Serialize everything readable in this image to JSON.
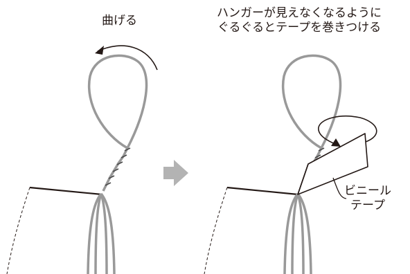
{
  "labels": {
    "bend": "曲げる",
    "instruction_line1": "ハンガーが見えなくなるように",
    "instruction_line2": "ぐるぐるとテープを巻きつける",
    "tape_line1": "ビニール",
    "tape_line2": "テープ"
  },
  "colors": {
    "wire": "#999999",
    "line": "#231815",
    "arrow": "#b3b3b3",
    "background": "#ffffff"
  },
  "icons": {
    "step_arrow": "right-arrow-icon",
    "bend_direction": "curved-arrow-icon",
    "wrap_direction": "circular-arrow-icon"
  }
}
